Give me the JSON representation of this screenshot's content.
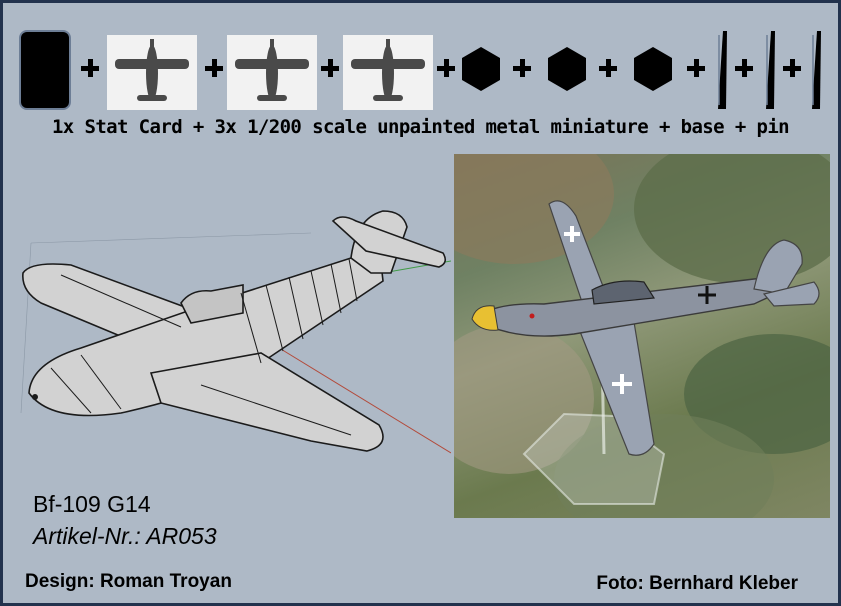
{
  "headline": "1x Stat Card + 3x 1/200 scale unpainted metal miniature + base + pin",
  "model_name": "Bf-109 G14",
  "article_number": "Artikel-Nr.: AR053",
  "design_credit": "Design: Roman Troyan",
  "photo_credit": "Foto: Bernhard Kleber",
  "components": [
    "stat-card",
    "miniature",
    "miniature",
    "miniature",
    "base",
    "base",
    "base",
    "pin",
    "pin",
    "pin"
  ],
  "colors": {
    "background": "#aeb9c6",
    "border": "#22324d",
    "miniature": "#4a4a4a",
    "model_gray": "#c9c9c9"
  }
}
